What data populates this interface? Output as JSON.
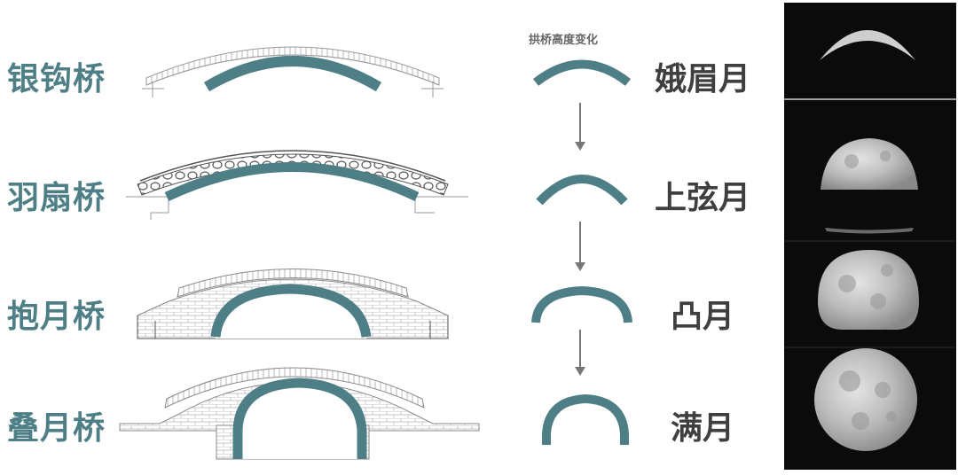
{
  "caption": "拱桥高度变化",
  "rows": [
    {
      "bridge": "银钩桥",
      "phase": "娥眉月"
    },
    {
      "bridge": "羽扇桥",
      "phase": "上弦月"
    },
    {
      "bridge": "抱月桥",
      "phase": "凸月"
    },
    {
      "bridge": "叠月桥",
      "phase": "满月"
    }
  ],
  "colors": {
    "accent": "#4f7f86",
    "arrow": "#777777",
    "moon_bg": "#0b0b0b",
    "drawing": "#9a9a9a"
  }
}
